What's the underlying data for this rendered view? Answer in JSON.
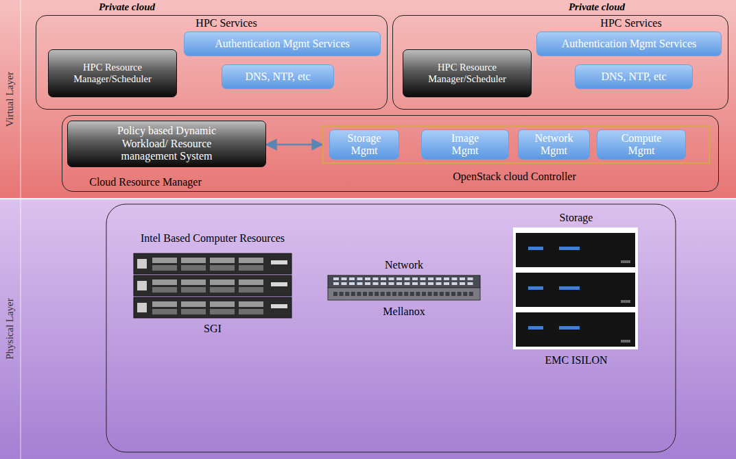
{
  "diagram": {
    "nodes": [
      {
        "text": [
          "Virtual Layer"
        ]
      },
      {
        "text": [
          "Private cloud",
          "HPC Services"
        ],
        "in": 0
      },
      {
        "text": [
          "HPC Resource Manager/Scheduler"
        ],
        "in": 1
      },
      {
        "text": [
          "Authentication Mgmt Services"
        ],
        "in": 1
      },
      {
        "text": [
          "DNS, NTP, etc"
        ],
        "in": 1
      },
      {
        "text": [
          "Private cloud",
          "HPC Services"
        ],
        "in": 0
      },
      {
        "text": [
          "HPC Resource Manager/Scheduler"
        ],
        "in": 5
      },
      {
        "text": [
          "Authentication Mgmt Services"
        ],
        "in": 5
      },
      {
        "text": [
          "DNS, NTP, etc"
        ],
        "in": 5
      },
      {
        "text": [
          "Cloud Resource Manager"
        ],
        "in": 0
      },
      {
        "text": [
          "Policy based Dynamic Workload/ Resource management System"
        ],
        "in": 9
      },
      {
        "text": [
          "OpenStack cloud Controller"
        ],
        "in": 9
      },
      {
        "text": [
          "Storage Mgmt"
        ],
        "in": 11
      },
      {
        "text": [
          "Image Mgmt"
        ],
        "in": 11
      },
      {
        "text": [
          "Network Mgmt"
        ],
        "in": 11
      },
      {
        "text": [
          "Compute Mgmt"
        ],
        "in": 11
      },
      {
        "text": [
          "Physical Layer"
        ]
      }
    ],
    "edges": [
      {
        "from": 10,
        "to": 11,
        "arrow": "both"
      }
    ],
    "labels": [
      "Intel Based Computer Resources",
      "SGI",
      "Network",
      "Mellanox",
      "Storage",
      "EMC ISILON"
    ]
  }
}
